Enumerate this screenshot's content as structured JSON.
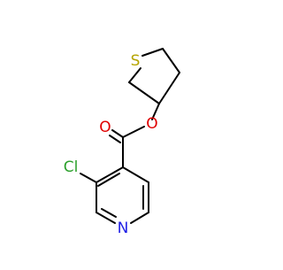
{
  "molecule": {
    "atoms": [
      {
        "id": "S1",
        "label": "S",
        "color": "#b5a400"
      },
      {
        "id": "O1",
        "label": "O",
        "color": "#e00000"
      },
      {
        "id": "O2",
        "label": "O",
        "color": "#e00000"
      },
      {
        "id": "Cl1",
        "label": "Cl",
        "color": "#2ca02c"
      },
      {
        "id": "N1",
        "label": "N",
        "color": "#1f1fe6"
      }
    ],
    "bond_color": "#000000"
  }
}
